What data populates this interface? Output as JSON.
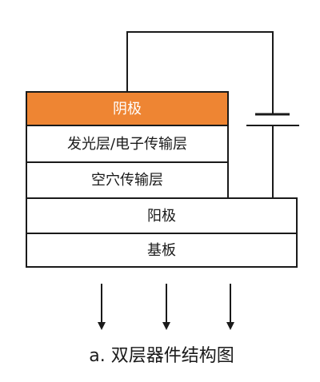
{
  "diagram": {
    "layers": {
      "cathode": "阴极",
      "emitting_electron_transport": "发光层/电子传输层",
      "hole_transport": "空穴传输层",
      "anode": "阳极",
      "substrate": "基板"
    },
    "caption": "a. 双层器件结构图",
    "colors": {
      "cathode_fill": "#EE8533",
      "stroke": "#1a1a1a",
      "background": "#ffffff"
    },
    "icons": {
      "battery": "battery-icon",
      "emission_arrow": "arrow-down-icon"
    }
  }
}
